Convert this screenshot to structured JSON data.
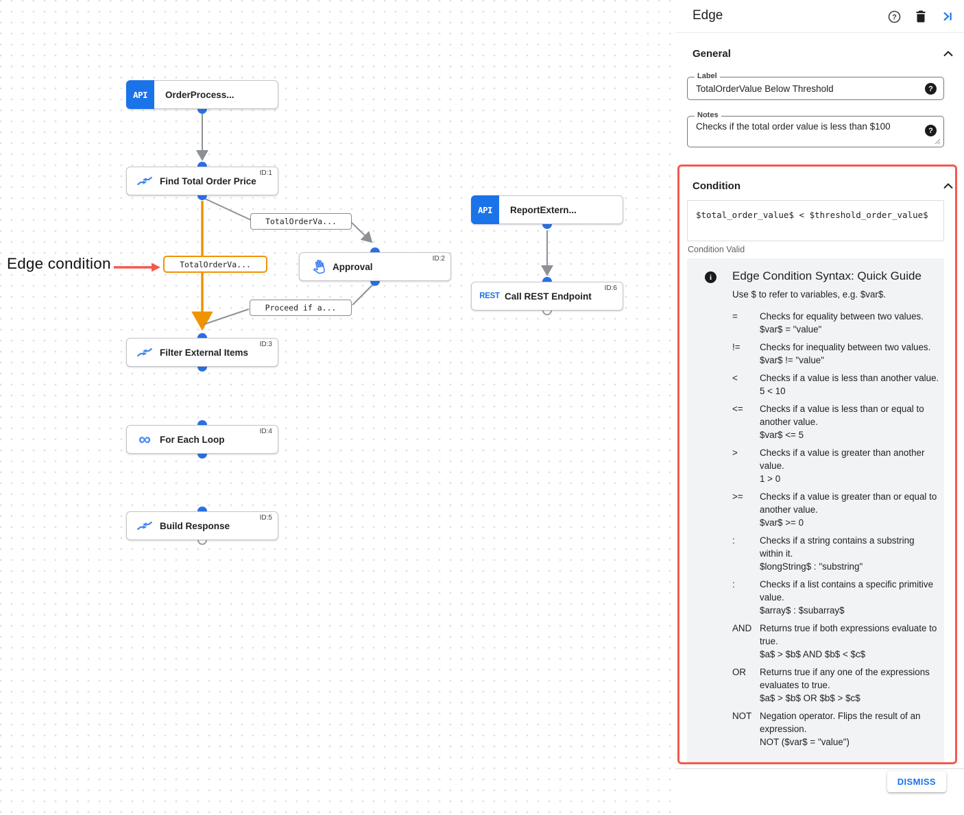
{
  "colors": {
    "accent_blue": "#1a73e8",
    "icon_blue": "#4285f4",
    "selected_edge_orange": "#f09300",
    "annotation_red": "#f4594e",
    "edge_gray": "#8d9196"
  },
  "canvas": {
    "annotation_text": "Edge condition",
    "nodes": [
      {
        "label": "OrderProcess...",
        "badge": "API"
      },
      {
        "label": "Find Total Order Price",
        "id_tag": "ID:1",
        "icon": "data-mapping"
      },
      {
        "label": "Approval",
        "id_tag": "ID:2",
        "icon": "hand"
      },
      {
        "label": "ReportExtern...",
        "badge": "API"
      },
      {
        "label": "Call REST Endpoint",
        "id_tag": "ID:6",
        "icon_text": "REST"
      },
      {
        "label": "Filter External Items",
        "id_tag": "ID:3",
        "icon": "data-mapping"
      },
      {
        "label": "For Each Loop",
        "id_tag": "ID:4",
        "icon_text": "∞"
      },
      {
        "label": "Build Response",
        "id_tag": "ID:5",
        "icon": "data-mapping"
      }
    ],
    "edge_labels": [
      {
        "text": "TotalOrderVa..."
      },
      {
        "text": "TotalOrderVa...",
        "selected": true
      },
      {
        "text": "Proceed if a..."
      }
    ]
  },
  "panel": {
    "title": "Edge",
    "general": {
      "heading": "General",
      "label_field": {
        "label": "Label",
        "value": "TotalOrderValue Below Threshold"
      },
      "notes_field": {
        "label": "Notes",
        "value": "Checks if the total order value is less than $100"
      }
    },
    "condition": {
      "heading": "Condition",
      "expression": "$total_order_value$ < $threshold_order_value$",
      "status": "Condition Valid"
    },
    "guide": {
      "title": "Edge Condition Syntax: Quick Guide",
      "subtitle": "Use $ to refer to variables, e.g. $var$.",
      "rows": [
        {
          "op": "=",
          "desc": "Checks for equality between two values.",
          "example": "$var$ = \"value\""
        },
        {
          "op": "!=",
          "desc": "Checks for inequality between two values.",
          "example": "$var$ != \"value\""
        },
        {
          "op": "<",
          "desc": "Checks if a value is less than another value.",
          "example": "5 < 10"
        },
        {
          "op": "<=",
          "desc": "Checks if a value is less than or equal to another value.",
          "example": "$var$ <= 5"
        },
        {
          "op": ">",
          "desc": "Checks if a value is greater than another value.",
          "example": "1 > 0"
        },
        {
          "op": ">=",
          "desc": "Checks if a value is greater than or equal to another value.",
          "example": "$var$ >= 0"
        },
        {
          "op": ":",
          "desc": "Checks if a string contains a substring within it.",
          "example": "$longString$ : \"substring\""
        },
        {
          "op": ":",
          "desc": "Checks if a list contains a specific primitive value.",
          "example": "$array$ : $subarray$"
        },
        {
          "op": "AND",
          "desc": "Returns true if both expressions evaluate to true.",
          "example": "$a$ > $b$ AND $b$ < $c$"
        },
        {
          "op": "OR",
          "desc": "Returns true if any one of the expressions evaluates to true.",
          "example": "$a$ > $b$ OR $b$ > $c$"
        },
        {
          "op": "NOT",
          "desc": "Negation operator. Flips the result of an expression.",
          "example": "NOT ($var$ = \"value\")"
        }
      ]
    },
    "dismiss_label": "DISMISS"
  }
}
